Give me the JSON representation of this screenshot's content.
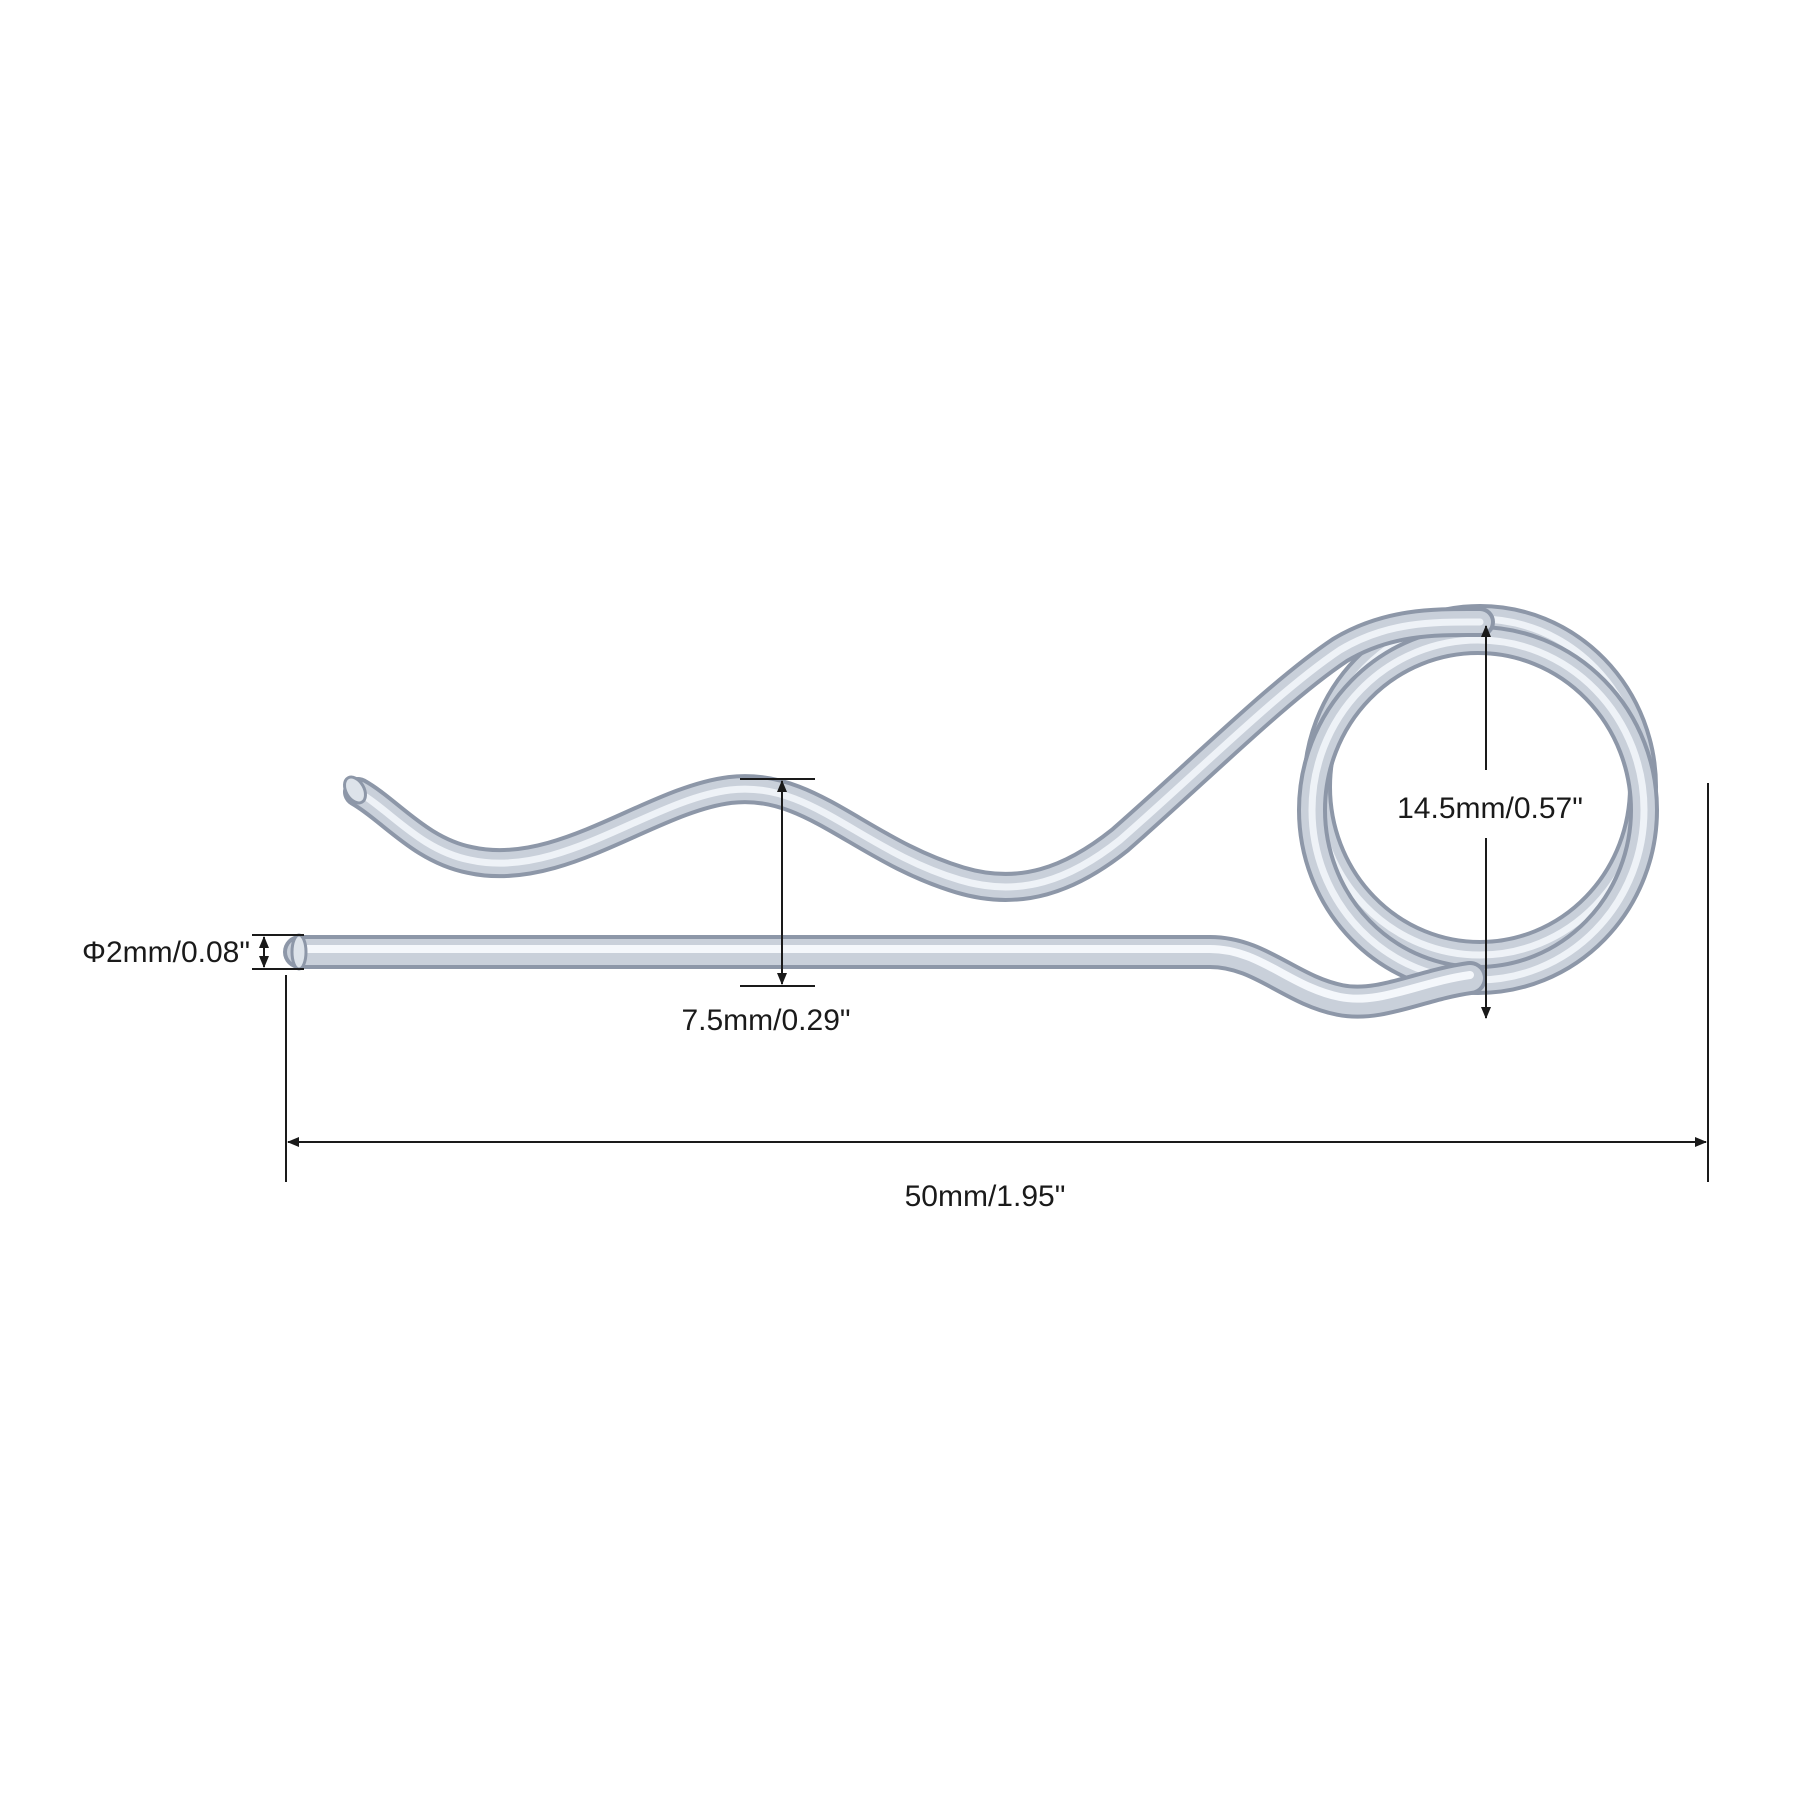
{
  "diagram": {
    "subject": "R-clip hitch pin",
    "colors": {
      "background": "#ffffff",
      "metal_dark": "#8d97a8",
      "metal_mid": "#c9d0da",
      "metal_light": "#eef2f7",
      "dimension_line": "#1a1a1a"
    },
    "dimensions": {
      "diameter": "Φ2mm/0.08\"",
      "wave_height": "7.5mm/0.29\"",
      "loop_diameter": "14.5mm/0.57\"",
      "overall_length": "50mm/1.95\""
    }
  }
}
